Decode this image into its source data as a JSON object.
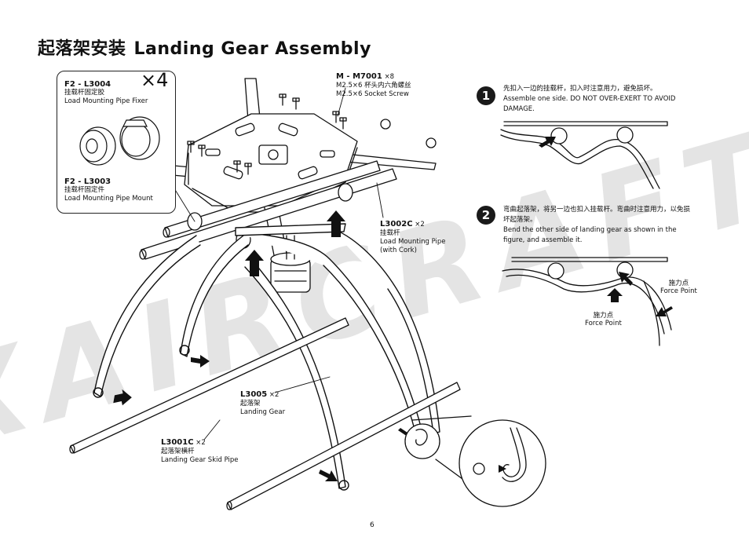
{
  "title": {
    "zh": "起落架安装",
    "en": "Landing Gear Assembly"
  },
  "watermark": "XAIRCRAFT",
  "multiplier_big": "×4",
  "parts": {
    "f2_l3004": {
      "code": "F2 - L3004",
      "zh": "挂载杆固定胶",
      "en": "Load Mounting Pipe Fixer"
    },
    "f2_l3003": {
      "code": "F2 - L3003",
      "zh": "挂载杆固定件",
      "en": "Load Mounting Pipe Mount"
    },
    "m_m7001": {
      "code": "M - M7001",
      "qty": "×8",
      "zh": "M2.5×6 杯头内六角螺丝",
      "en": "M2.5×6 Socket Screw"
    },
    "l3002c": {
      "code": "L3002C",
      "qty": "×2",
      "zh": "挂载杆",
      "en1": "Load Mounting Pipe",
      "en2": "(with Cork)"
    },
    "l3005": {
      "code": "L3005",
      "qty": "×2",
      "zh": "起落架",
      "en": "Landing Gear"
    },
    "l3001c": {
      "code": "L3001C",
      "qty": "×2",
      "zh": "起落架横杆",
      "en": "Landing Gear Skid Pipe"
    }
  },
  "steps": [
    {
      "num": "1",
      "zh": "先扣入一边的挂载杆，扣入时注意用力，避免损坏。",
      "en1": "Assemble one side. DO NOT OVER-EXERT TO AVOID",
      "en2": "DAMAGE."
    },
    {
      "num": "2",
      "zh1": "弯曲起落架，将另一边也扣入挂载杆。弯曲时注意用力，以免损",
      "zh2": "坏起落架。",
      "en1": "Bend the other side of landing gear as shown in the",
      "en2": "figure, and assemble it."
    }
  ],
  "force_point": {
    "zh": "施力点",
    "en": "Force Point"
  },
  "page_number": "6"
}
